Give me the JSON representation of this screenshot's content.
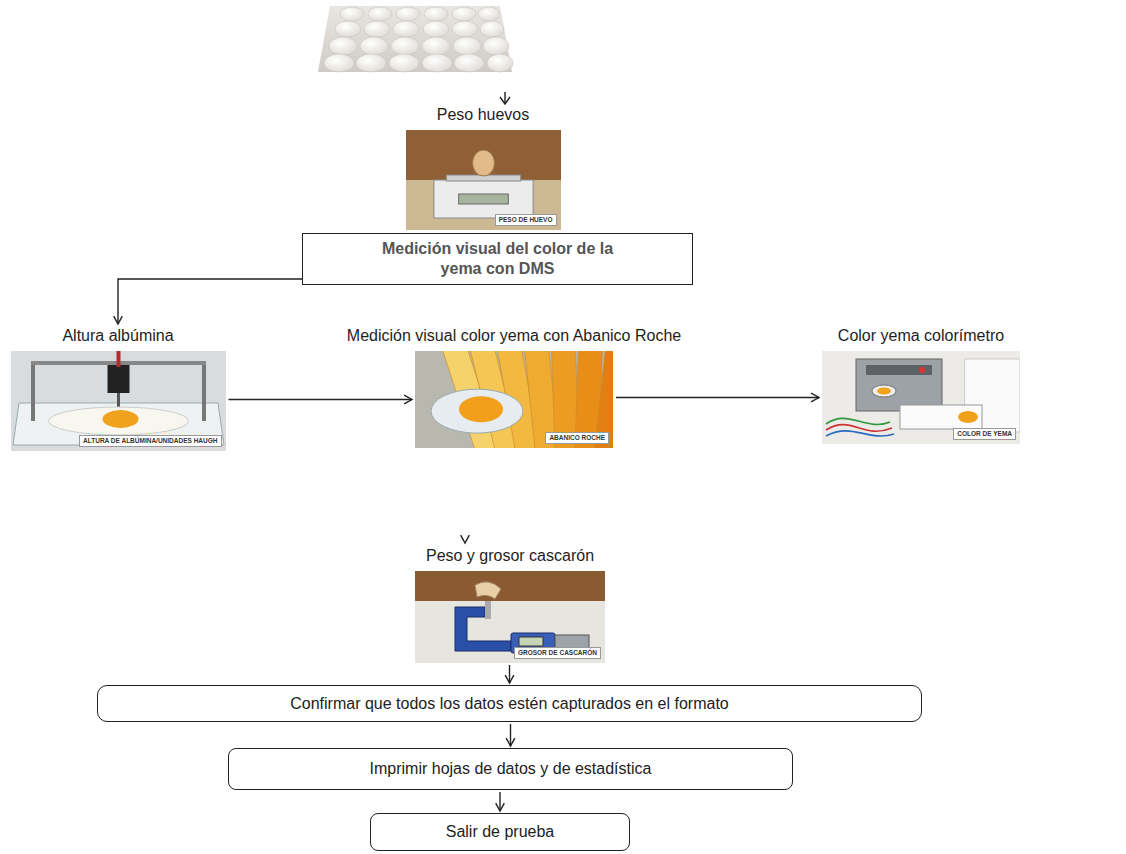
{
  "diagram": {
    "nodes": [
      {
        "text": [
          "Peso huevos"
        ]
      },
      {
        "text": [
          "Medición visual del color de la yema con DMS"
        ]
      },
      {
        "text": [
          "Altura albúmina"
        ]
      },
      {
        "text": [
          "Medición visual color yema con Abanico Roche"
        ]
      },
      {
        "text": [
          "Color yema colorímetro"
        ]
      },
      {
        "text": [
          "Peso y grosor cascarón"
        ]
      },
      {
        "text": [
          "Confirmar que todos los datos estén capturados en el formato"
        ]
      },
      {
        "text": [
          "Imprimir hojas de datos y de estadística"
        ]
      },
      {
        "text": [
          "Salir de prueba"
        ]
      }
    ],
    "edges": [
      {
        "from": 1,
        "to": 2,
        "arrow": "to"
      },
      {
        "from": 2,
        "to": 3,
        "arrow": "to"
      },
      {
        "from": 3,
        "to": 4,
        "arrow": "to"
      },
      {
        "from": 4,
        "to": 5,
        "arrow": "to"
      },
      {
        "from": 5,
        "to": 6,
        "arrow": "to"
      },
      {
        "from": 6,
        "to": 7,
        "arrow": "to"
      },
      {
        "from": 7,
        "to": 8,
        "arrow": "to"
      }
    ],
    "labels": [
      "PESO DE HUEVO",
      "ALTURA DE ALBÚMINA/UNIDADES HAUGH",
      "ABANICO ROCHE",
      "COLOR DE YEMA",
      "GROSOR DE CASCARÓN"
    ]
  }
}
